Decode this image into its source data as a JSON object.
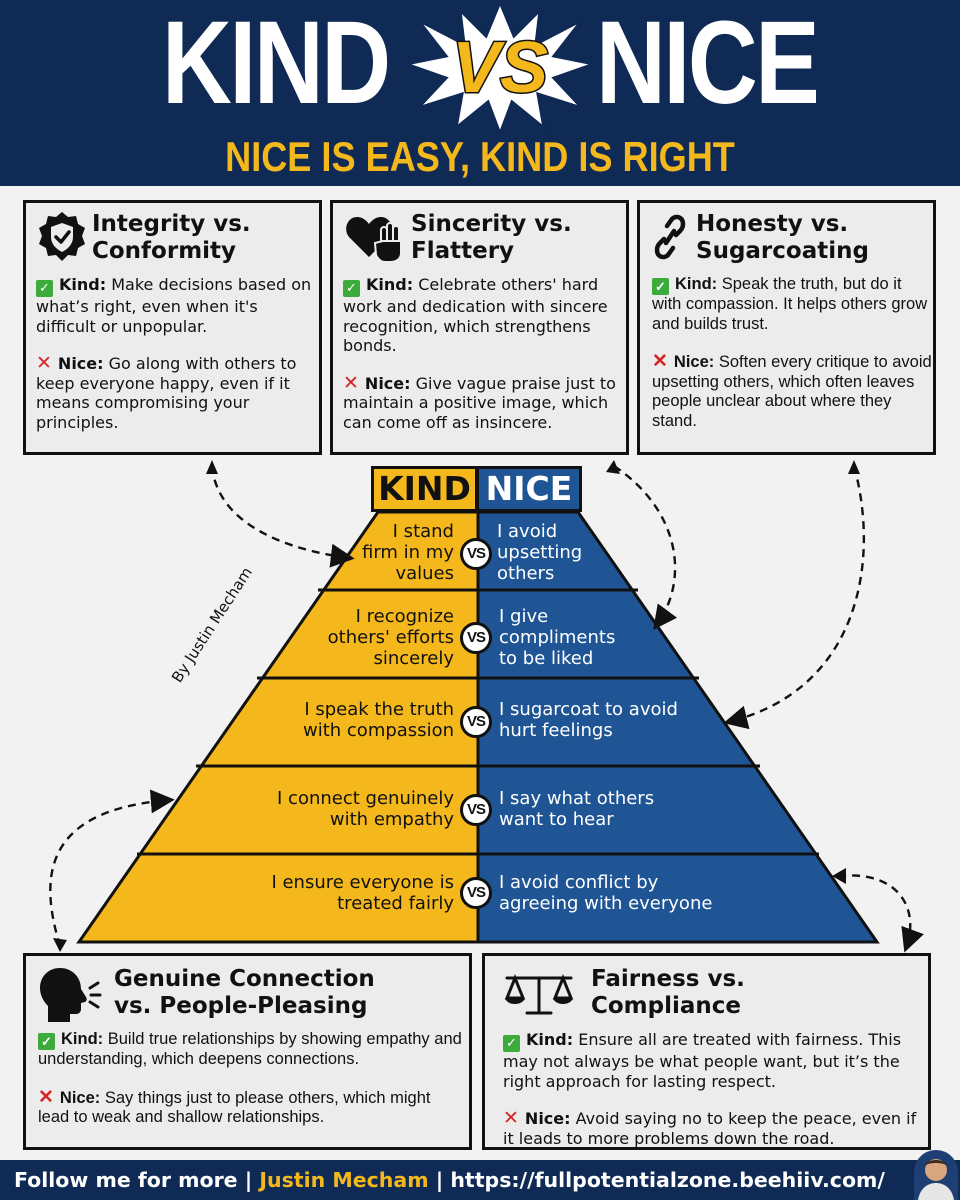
{
  "header": {
    "title_left": "KIND",
    "title_vs": "VS",
    "title_right": "NICE",
    "subtitle": "NICE IS EASY, KIND IS RIGHT"
  },
  "labels": {
    "kind": "Kind:",
    "nice": "Nice:"
  },
  "cards": {
    "integrity": {
      "title_line1": "Integrity vs.",
      "title_line2": "Conformity",
      "icon": "badge-check-icon",
      "kind": "Make decisions based on what’s right, even when it's difficult or unpopular.",
      "nice": "Go along with others to keep everyone happy, even if it means compromising your principles."
    },
    "sincerity": {
      "title_line1": "Sincerity vs.",
      "title_line2": "Flattery",
      "icon": "heart-hand-icon",
      "kind": "Celebrate others' hard work and dedication with sincere recognition, which strengthens bonds.",
      "nice": "Give vague praise just to maintain a positive image, which can come off as insincere."
    },
    "honesty": {
      "title_line1": "Honesty vs.",
      "title_line2": "Sugarcoating",
      "icon": "chain-link-icon",
      "kind": "Speak the truth, but do it with compassion.  It helps others grow and builds trust.",
      "nice": "Soften every critique to avoid upsetting others, which often leaves people unclear about where they stand."
    },
    "connection": {
      "title_line1": "Genuine Connection",
      "title_line2": "vs. People-Pleasing",
      "icon": "speaking-head-icon",
      "kind": "Build true relationships by showing empathy and understanding, which deepens connections.",
      "nice": "Say things just to please others, which might lead to weak and shallow relationships."
    },
    "fairness": {
      "title_line1": "Fairness vs.",
      "title_line2": "Compliance",
      "icon": "scales-icon",
      "kind": "Ensure all are treated with fairness. This may not always be what people want, but it’s the right approach for lasting respect.",
      "nice": "Avoid saying no to keep the peace, even if it leads to more problems down the road."
    }
  },
  "pyramid": {
    "kind_header": "KIND",
    "nice_header": "NICE",
    "vs": "VS",
    "byline": "By Justin Mecham",
    "colors": {
      "kind": "#f5b81c",
      "nice": "#1f5595"
    },
    "rows": [
      {
        "kind": "I stand firm in my values",
        "nice": "I avoid upsetting others"
      },
      {
        "kind": "I recognize others' efforts sincerely",
        "nice": "I give compliments to be liked"
      },
      {
        "kind": "I speak the truth with compassion",
        "nice": "I sugarcoat to avoid hurt feelings"
      },
      {
        "kind": "I connect genuinely with empathy",
        "nice": "I say what others want to hear"
      },
      {
        "kind": "I ensure everyone is treated fairly",
        "nice": "I avoid conflict by agreeing with everyone"
      }
    ]
  },
  "footer": {
    "left": "Follow me for more |",
    "name": "Justin Mecham",
    "right": "| https://fullpotentialzone.beehiiv.com/"
  }
}
